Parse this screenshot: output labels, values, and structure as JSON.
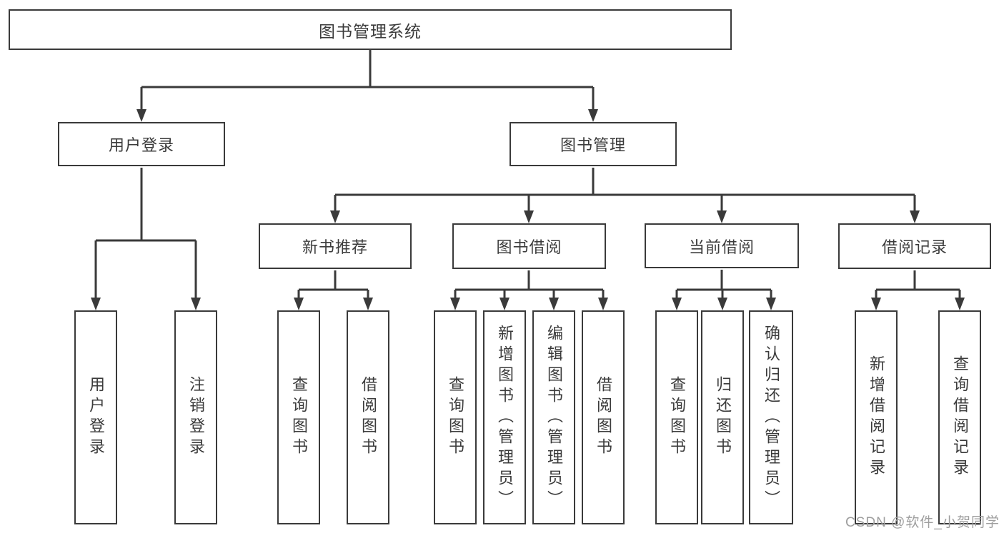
{
  "diagram": {
    "root": {
      "label": "图书管理系统",
      "children": [
        {
          "label": "用户登录",
          "children": [
            {
              "label": "用户登录"
            },
            {
              "label": "注销登录"
            }
          ]
        },
        {
          "label": "图书管理",
          "children": [
            {
              "label": "新书推荐",
              "children": [
                {
                  "label": "查询图书"
                },
                {
                  "label": "借阅图书"
                }
              ]
            },
            {
              "label": "图书借阅",
              "children": [
                {
                  "label": "查询图书"
                },
                {
                  "label": "新增图书（管理员）"
                },
                {
                  "label": "编辑图书（管理员）"
                },
                {
                  "label": "借阅图书"
                }
              ]
            },
            {
              "label": "当前借阅",
              "children": [
                {
                  "label": "查询图书"
                },
                {
                  "label": "归还图书"
                },
                {
                  "label": "确认归还（管理员）"
                }
              ]
            },
            {
              "label": "借阅记录",
              "children": [
                {
                  "label": "新增借阅记录"
                },
                {
                  "label": "查询借阅记录"
                }
              ]
            }
          ]
        }
      ]
    }
  },
  "colors": {
    "line": "#3a3a3a",
    "box_border": "#3a3a3a",
    "text": "#3b3b3b",
    "watermark": "#9e9e9e"
  },
  "watermark": {
    "text": "CSDN @软件_小贺同学"
  }
}
